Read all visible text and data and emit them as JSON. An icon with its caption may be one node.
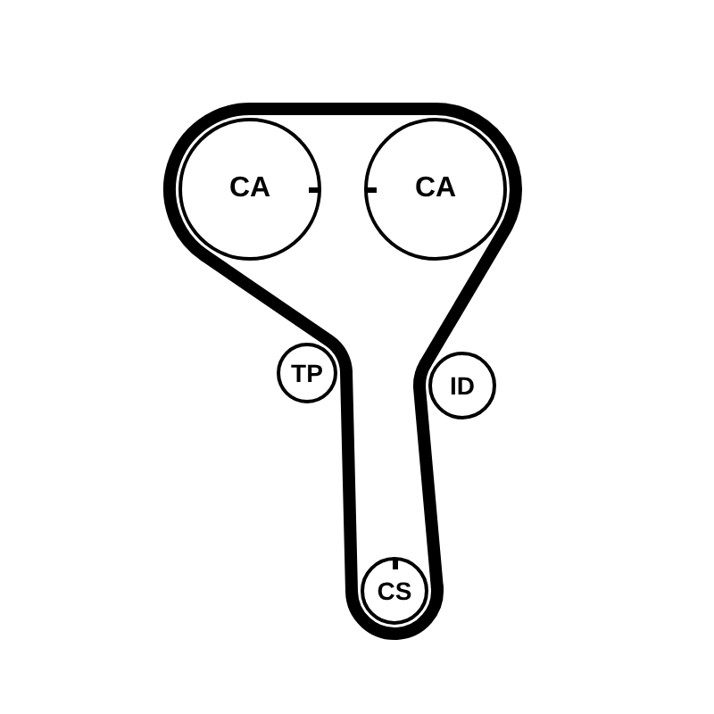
{
  "diagram": {
    "nodes": [
      {
        "text": [
          "CA"
        ]
      },
      {
        "text": [
          "CA"
        ]
      },
      {
        "text": [
          "TP"
        ]
      },
      {
        "text": [
          "ID"
        ]
      },
      {
        "text": [
          "CS"
        ]
      }
    ],
    "edges": [
      {
        "from": 0,
        "to": 1,
        "arrow": "none"
      },
      {
        "from": 1,
        "to": 3,
        "arrow": "none"
      },
      {
        "from": 3,
        "to": 4,
        "arrow": "none"
      },
      {
        "from": 4,
        "to": 2,
        "arrow": "none"
      },
      {
        "from": 2,
        "to": 0,
        "arrow": "none"
      }
    ]
  }
}
